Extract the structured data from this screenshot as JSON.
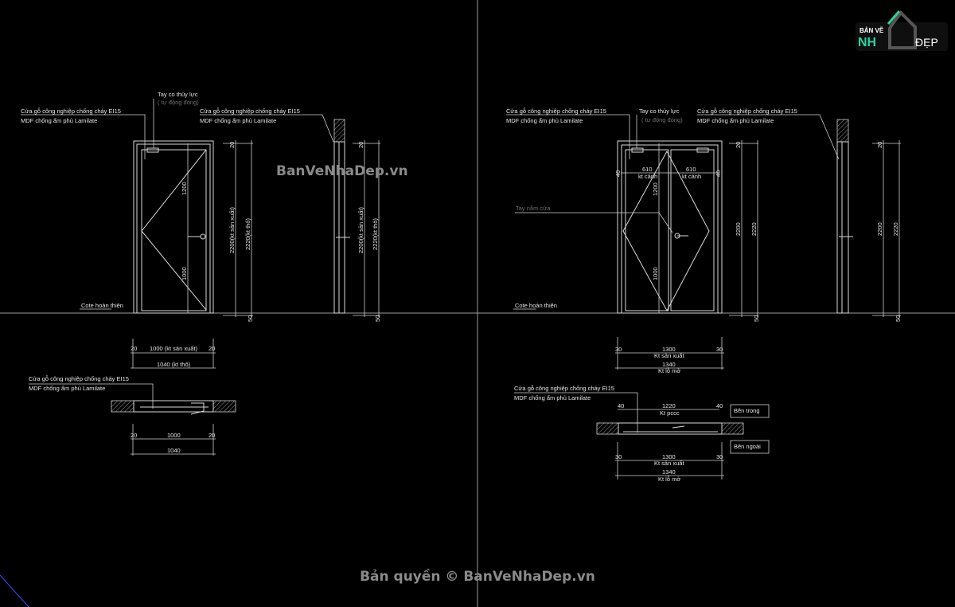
{
  "logo": {
    "text_top": "BẢN VẼ",
    "text_nh": "NH",
    "text_dep": "ĐẸP",
    "accent": "#2ed3a0"
  },
  "watermark": "BanVeNhaDep.vn",
  "copyright": "Bản quyền © BanVeNhaDep.vn",
  "single_door": {
    "label_line1": "Cửa gỗ công nghiệp chống cháy EI15",
    "label_line2": "MDF chống ẩm phủ Lamilate",
    "closer_label": "Tay co thủy lực",
    "closer_note": "( tự động đóng)",
    "cote": "Cote hoàn thiện",
    "dim_1200": "1200",
    "dim_1000": "1000",
    "dim_20": "20",
    "dim_50": "50",
    "dim_h_prod": "2200(kt sản xuất)",
    "dim_h_rough": "2220(kt thô)",
    "plan_label_line1": "Cửa gỗ công nghiệp chống cháy EI15",
    "plan_label_line2": "MDF chống ẩm phủ Lamilate",
    "plan_top_w": "1000 (kt sản xuất)",
    "plan_top_total": "1040 (kt thô)",
    "plan_bottom_w": "1000",
    "plan_bottom_total": "1040"
  },
  "double_door": {
    "label_line1": "Cửa gỗ công nghiệp chống cháy EI15",
    "label_line2": "MDF chống ẩm phủ Lamilate",
    "closer_label": "Tay co thủy lực",
    "closer_note": "( tự động đóng)",
    "handle_label": "Tay nắm cửa",
    "cote": "Cote hoàn thiện",
    "leaf_w": "610",
    "leaf_note": "kt cánh",
    "dim_40": "40",
    "dim_1200": "1200",
    "dim_1000": "1000",
    "dim_2200": "2200",
    "dim_2220": "2220",
    "dim_20": "20",
    "dim_50": "50",
    "dim_30": "30",
    "w_prod": "1300",
    "w_prod_note": "Kt sản xuất",
    "w_open": "1340",
    "w_open_note": "Kt lỗ mở",
    "plan_label_line1": "Cửa gỗ công nghiệp chống cháy EI15",
    "plan_label_line2": "MDF chống ẩm phủ Lamilate",
    "w_fire": "1220",
    "w_fire_note": "Kt pccc",
    "inside": "Bên trong",
    "outside": "Bên ngoài"
  }
}
